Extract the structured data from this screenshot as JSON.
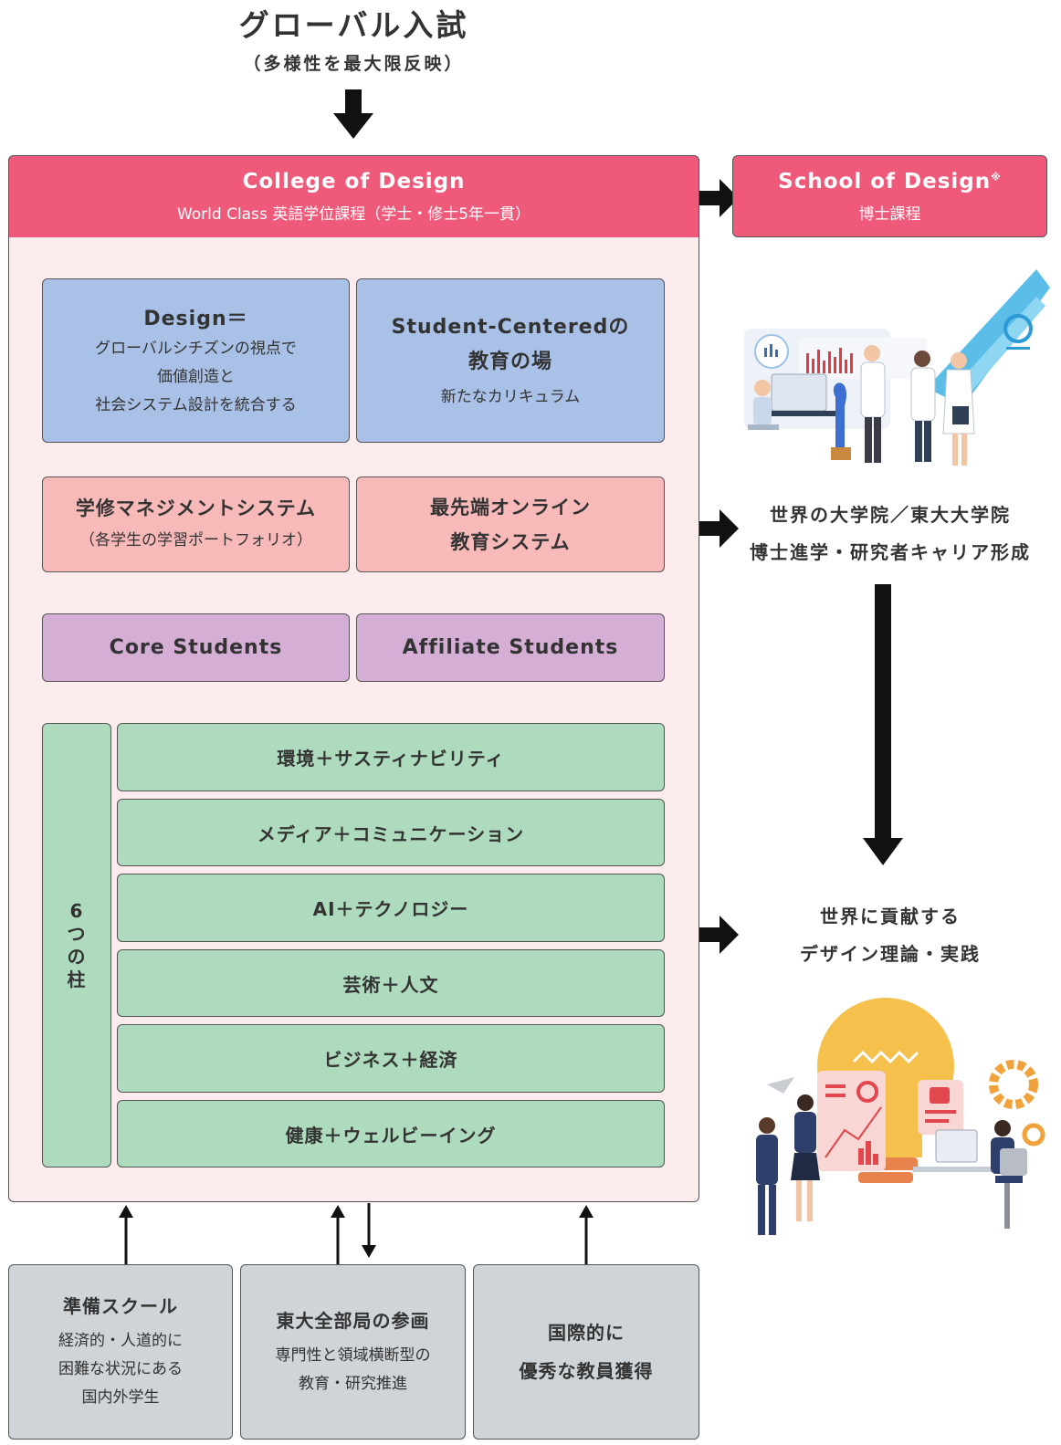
{
  "header": {
    "title": "グローバル入試",
    "subtitle": "（多様性を最大限反映）"
  },
  "college": {
    "title": "College of Design",
    "subtitle": "World Class 英語学位課程（学士・修士5年一貫）"
  },
  "school": {
    "title": "School of Design",
    "mark": "※",
    "subtitle": "博士課程"
  },
  "boxes": {
    "design": {
      "title": "Design＝",
      "lines": [
        "グローバルシチズンの視点で",
        "価値創造と",
        "社会システム設計を統合する"
      ]
    },
    "student": {
      "title1": "Student-Centeredの",
      "title2": "教育の場",
      "body": "新たなカリキュラム"
    },
    "management": {
      "title": "学修マネジメントシステム",
      "body": "（各学生の学習ポートフォリオ）"
    },
    "online": {
      "line1": "最先端オンライン",
      "line2": "教育システム"
    },
    "core": "Core Students",
    "affiliate": "Affiliate Students"
  },
  "pillars": {
    "label_lines": [
      "6",
      "つ",
      "の",
      "柱"
    ],
    "items": [
      "環境＋サスティナビリティ",
      "メディア＋コミュニケーション",
      "AI＋テクノロジー",
      "芸術＋人文",
      "ビジネス＋経済",
      "健康＋ウェルビーイング"
    ]
  },
  "right": {
    "career": [
      "世界の大学院／東大大学院",
      "博士進学・研究者キャリア形成"
    ],
    "contribution": [
      "世界に貢献する",
      "デザイン理論・実践"
    ]
  },
  "bottom": {
    "prep": {
      "title": "準備スクール",
      "lines": [
        "経済的・人道的に",
        "困難な状況にある",
        "国内外学生"
      ]
    },
    "utokyo": {
      "title": "東大全部局の参画",
      "lines": [
        "専門性と領域横断型の",
        "教育・研究推進"
      ]
    },
    "faculty": {
      "lines": [
        "国際的に",
        "優秀な教員獲得"
      ]
    }
  },
  "colors": {
    "header_pink": "#ef5a7a",
    "panel_pink": "#fdecee",
    "blue": "#a9c1e6",
    "pink": "#f8b9b9",
    "purple": "#d4aed5",
    "green": "#aedbbd",
    "gray": "#ced4d8"
  }
}
